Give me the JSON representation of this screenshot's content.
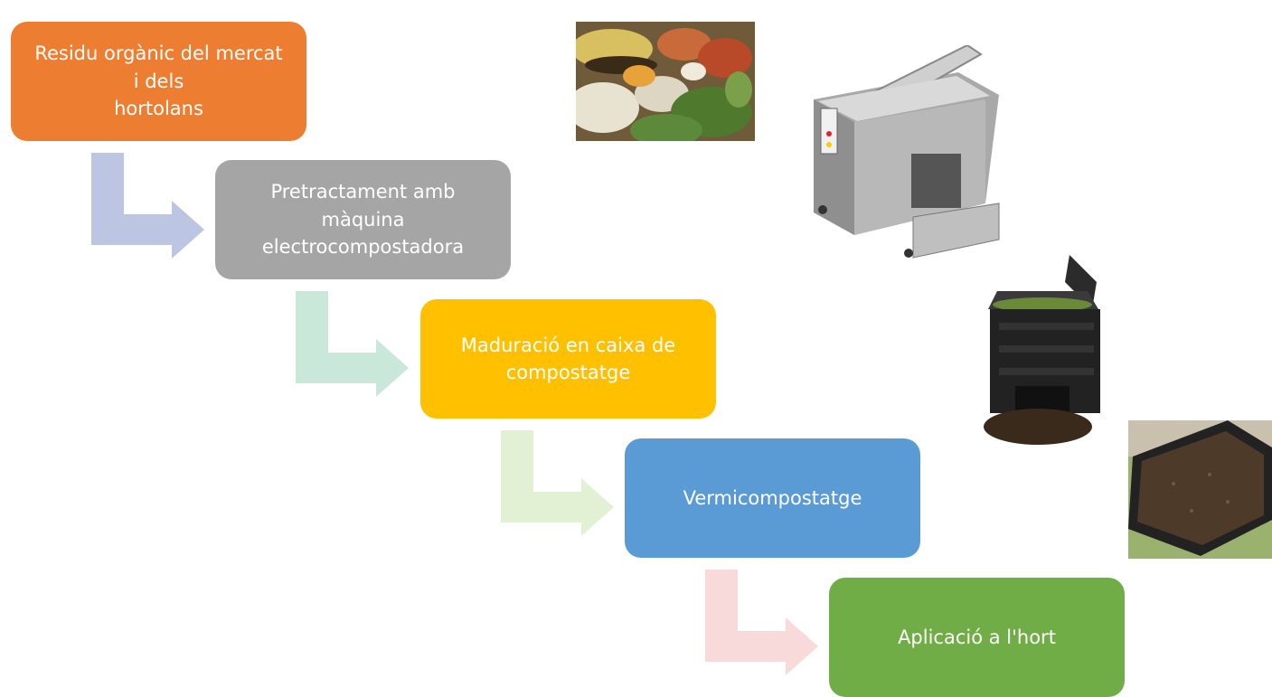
{
  "steps": [
    {
      "label": "Residu orgànic del mercat i dels\nhortolans",
      "color": "#ED7D31"
    },
    {
      "label": "Pretractament amb\nmàquina\nelectrocompostadora",
      "color": "#A5A5A5"
    },
    {
      "label": "Maduració en caixa de\ncompostatge",
      "color": "#FFC000"
    },
    {
      "label": "Vermicompostatge",
      "color": "#5B9BD5"
    },
    {
      "label": "Aplicació a l'hort",
      "color": "#70AD47"
    }
  ],
  "connector_colors": [
    "#BCC6E2",
    "#C9E8DA",
    "#E2F1D3",
    "#F9DADA"
  ],
  "photos": [
    "organic-waste-photo",
    "electrocomposting-machine-photo",
    "compost-bin-photo",
    "vermicompost-tray-photo"
  ]
}
